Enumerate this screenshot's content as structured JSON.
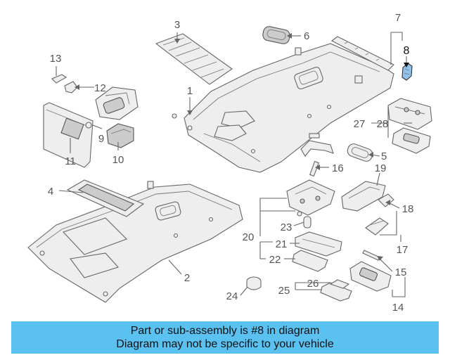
{
  "diagram": {
    "highlight_color": "#8fc1ea",
    "callouts": {
      "c1": "1",
      "c2": "2",
      "c3": "3",
      "c4": "4",
      "c5": "5",
      "c6": "6",
      "c7": "7",
      "c8": "8",
      "c9": "9",
      "c10": "10",
      "c11": "11",
      "c12": "12",
      "c13": "13",
      "c14": "14",
      "c15": "15",
      "c16": "16",
      "c17": "17",
      "c18": "18",
      "c19": "19",
      "c20": "20",
      "c21": "21",
      "c22": "22",
      "c23": "23",
      "c24": "24",
      "c25": "25",
      "c26": "26",
      "c27": "27",
      "c28": "28"
    }
  },
  "banner": {
    "background": "#5bc1f0",
    "line1": "Part or sub-assembly is #8 in diagram",
    "line2": "Diagram may not be specific to your vehicle"
  }
}
